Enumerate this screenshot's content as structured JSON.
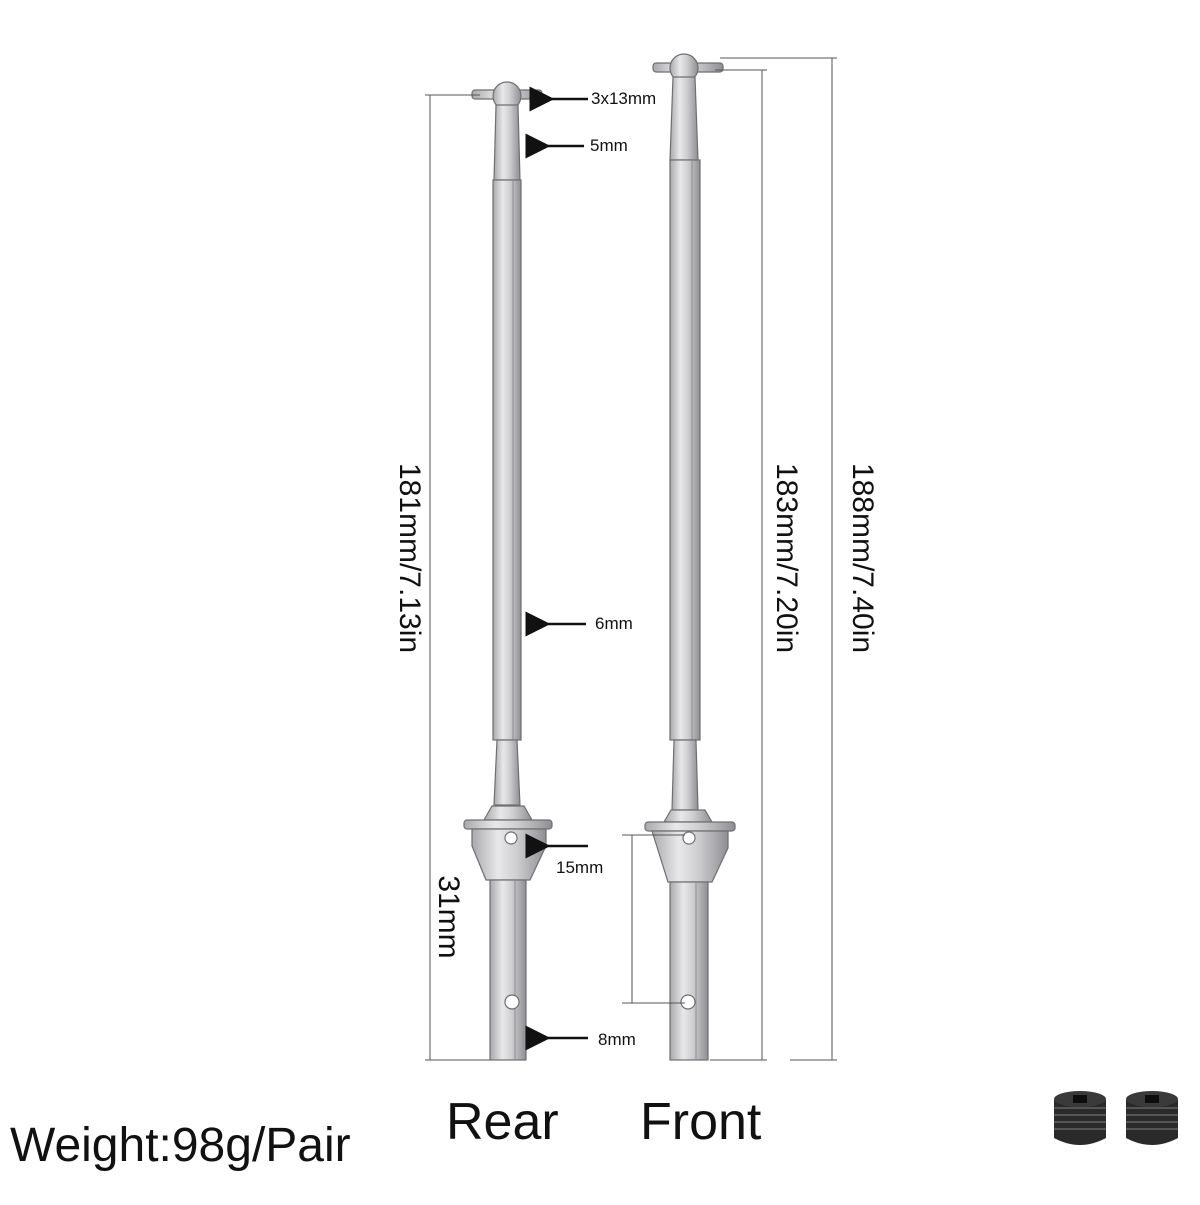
{
  "dims": {
    "pin": "3x13mm",
    "ball_dia": "5mm",
    "shaft_dia": "6mm",
    "cup_dia": "15mm",
    "output_dia": "8mm",
    "pin_spacing": "31mm",
    "rear_length": "181mm/7.13in",
    "front_length": "183mm/7.20in",
    "total_length": "188mm/7.40in"
  },
  "captions": {
    "rear": "Rear",
    "front": "Front",
    "weight": "Weight:98g/Pair"
  },
  "accessory": "set-screws",
  "colors": {
    "metal": "#c9c9cc",
    "outline": "#6f6f72",
    "screw": "#222222"
  }
}
